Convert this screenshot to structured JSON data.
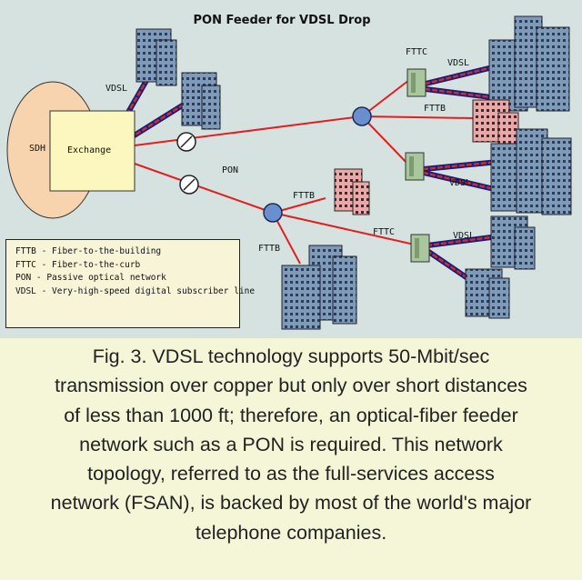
{
  "diagram": {
    "title": "PON Feeder for VDSL Drop",
    "labels": {
      "sdh": "SDH",
      "exchange": "Exchange",
      "pon": "PON",
      "vdsl_exchange": "VDSL",
      "fttc_top": "FTTC",
      "vdsl_top": "VDSL",
      "fttb_right": "FTTB",
      "vdsl_right": "VDSL",
      "fttb_mid": "FTTB",
      "fttc_mid": "FTTC",
      "vdsl_mid": "VDSL",
      "fttb_left": "FTTB"
    },
    "legend": [
      "FTTB - Fiber-to-the-building",
      "FTTC - Fiber-to-the-curb",
      "PON - Passive optical network",
      "VDSL - Very-high-speed digital subscriber line"
    ],
    "colors": {
      "fiber": "#e02020",
      "copper_dark": "#1c1c7a",
      "copper_light": "#c83030",
      "building_blue": "#7f9ab8",
      "building_pink": "#e6a8a8",
      "exchange_box": "#fbf7bf",
      "sdh_ellipse": "#f7d3ae",
      "splitter": "#6a8fcf",
      "cabinet": "#a9c79c"
    }
  },
  "caption": {
    "lines": [
      "Fig. 3. VDSL technology supports 50-Mbit/sec",
      "transmission over copper but only over short distances",
      "of less than 1000 ft; therefore, an optical-fiber feeder",
      "network such as a PON is required. This network",
      "topology, referred to as the full-services access",
      "network (FSAN), is backed by most of the world's major",
      "telephone companies."
    ]
  }
}
